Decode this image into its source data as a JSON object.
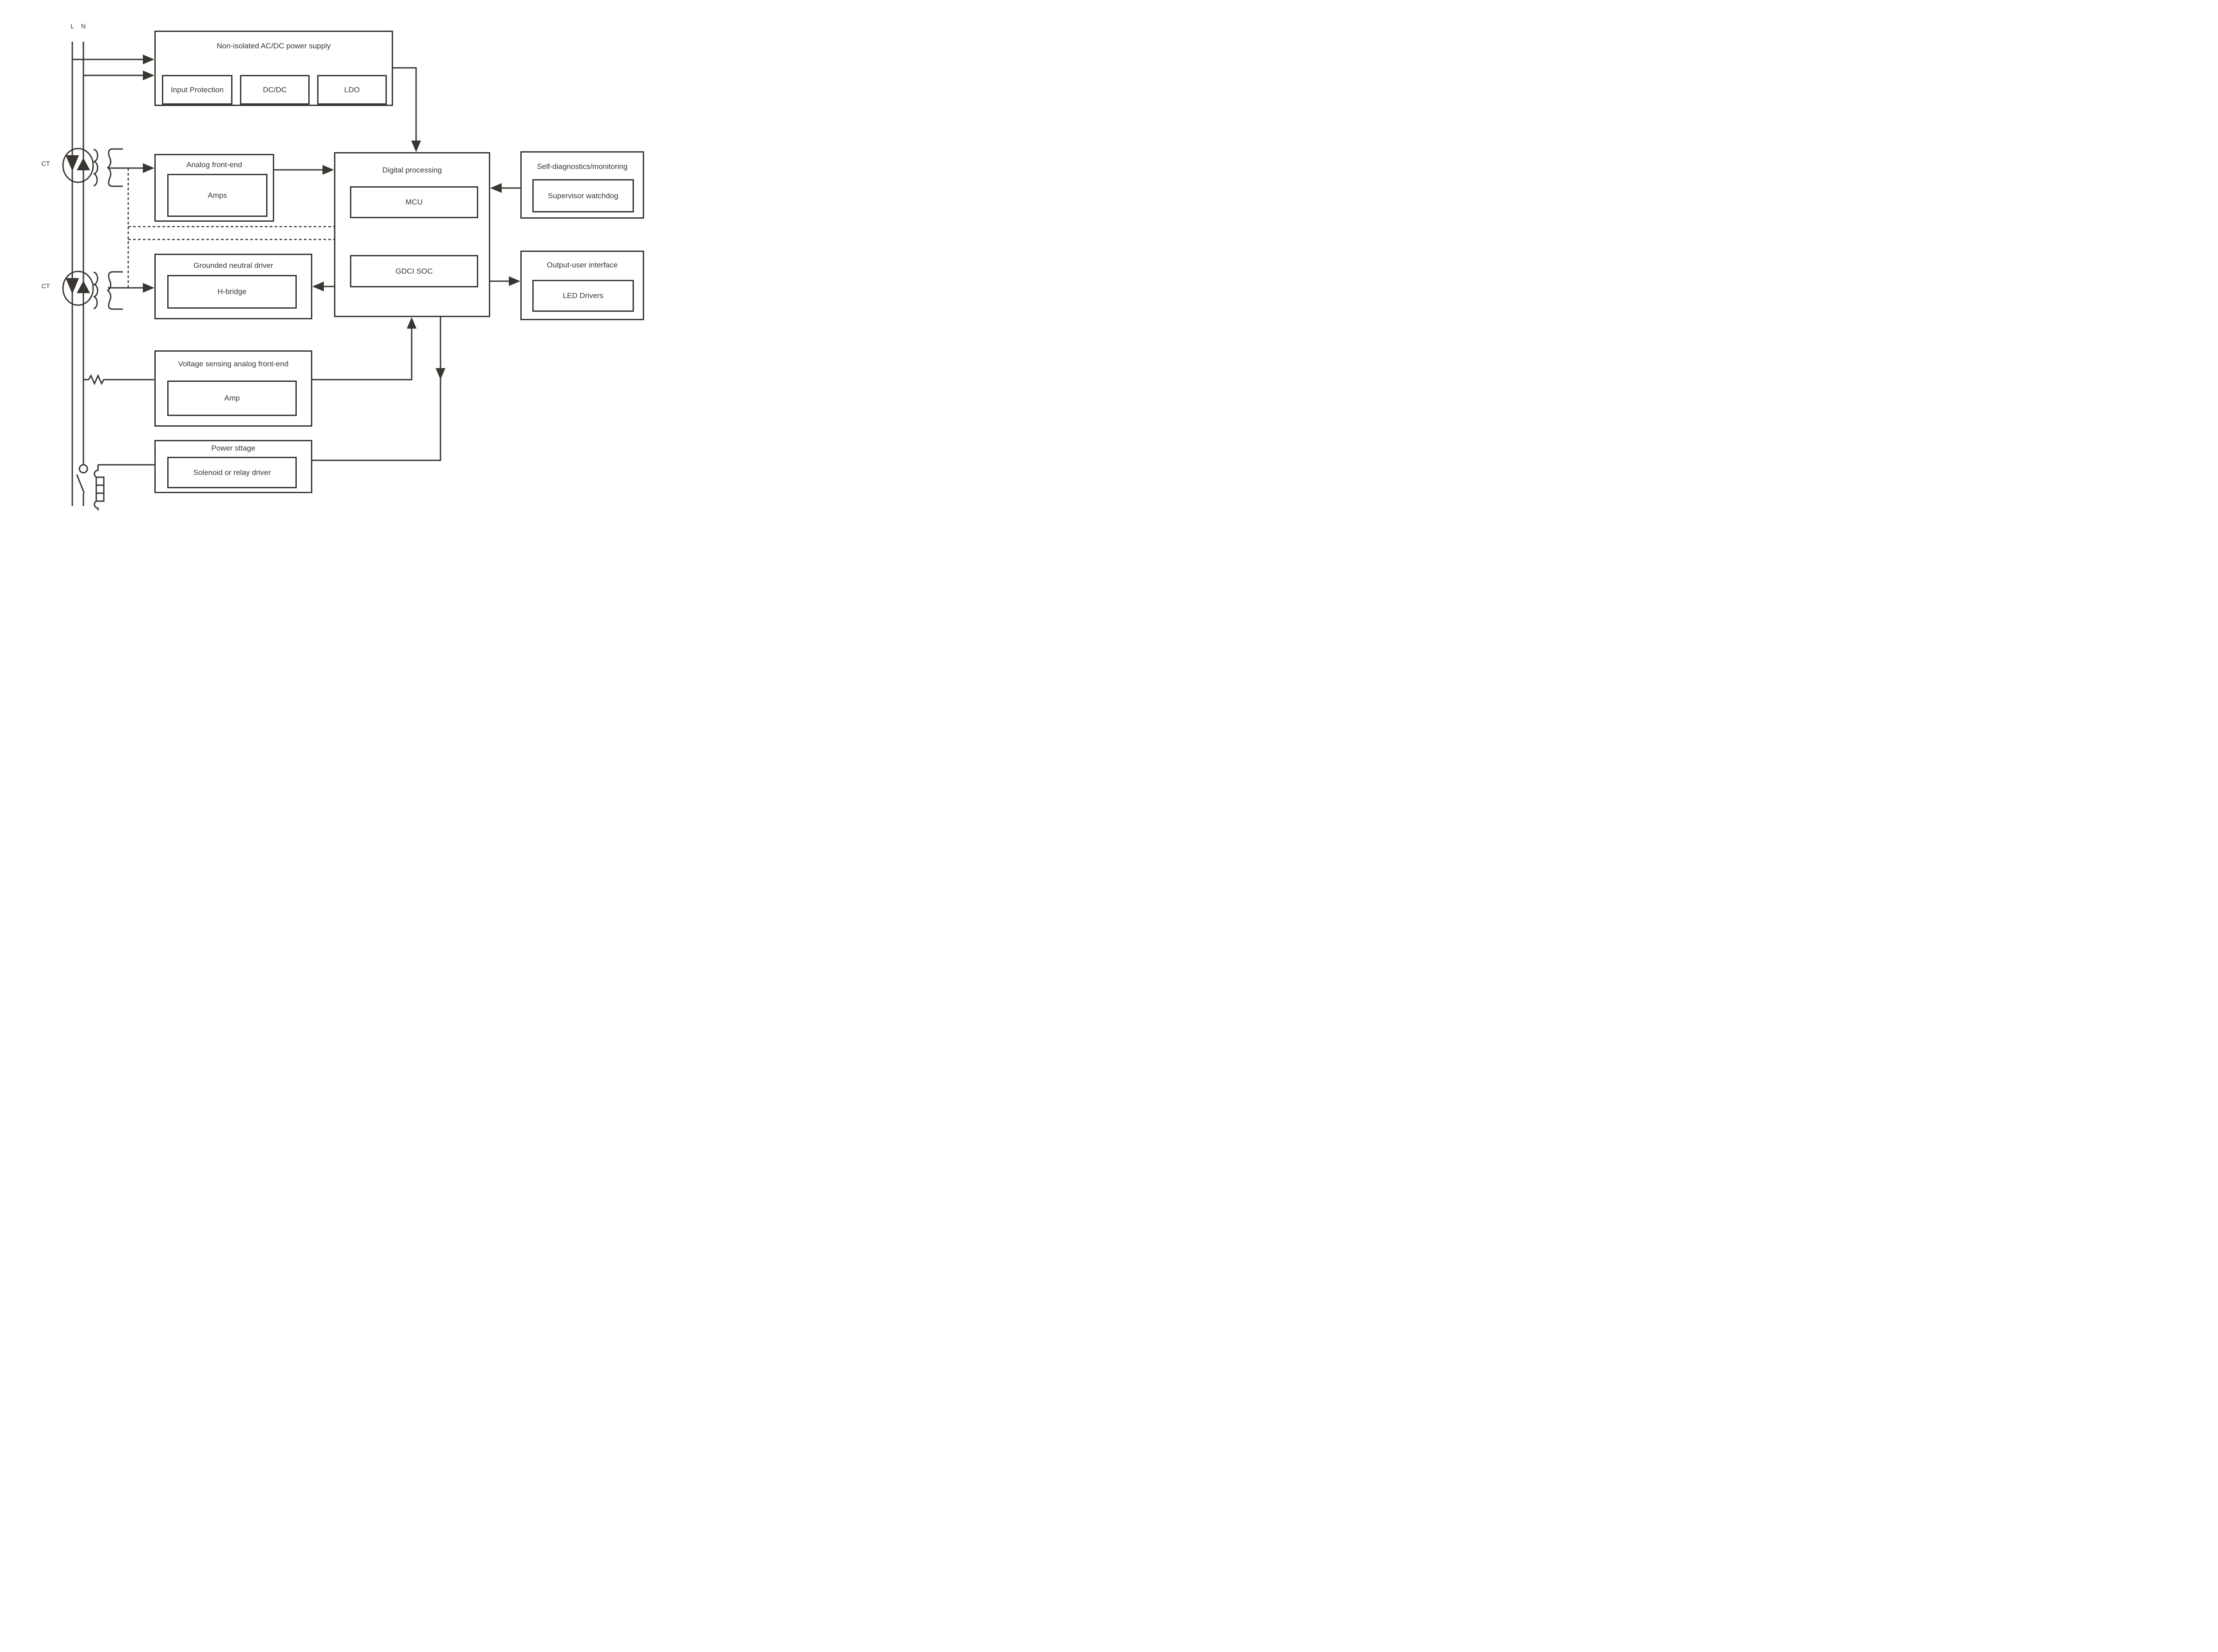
{
  "labels": {
    "line_l": "L",
    "line_n": "N",
    "ct_top": "CT",
    "ct_bottom": "CT"
  },
  "blocks": {
    "acdc": {
      "title": "Non-isolated AC/DC power supply",
      "children": {
        "input_protection": "Input Protection",
        "dcdc": "DC/DC",
        "ldo": "LDO"
      }
    },
    "afe": {
      "title": "Analog front-end",
      "children": {
        "amps": "Amps"
      }
    },
    "digital": {
      "title": "Digital processing",
      "children": {
        "mcu": "MCU",
        "gdci_soc": "GDCI SOC"
      }
    },
    "selfdiag": {
      "title": "Self-diagnostics/monitoring",
      "children": {
        "watchdog": "Supervisor watchdog"
      }
    },
    "outputui": {
      "title": "Output-user interface",
      "children": {
        "led_drivers": "LED Drivers"
      }
    },
    "gnd": {
      "title": "Grounded neutral driver",
      "children": {
        "hbridge": "H-bridge"
      }
    },
    "vs": {
      "title": "Voltage sensing analog front-end",
      "children": {
        "amp": "Amp"
      }
    },
    "power": {
      "title": "Power sttage",
      "children": {
        "solenoid": "Solenoid or relay driver"
      }
    }
  },
  "colors": {
    "ink": "#3a3632",
    "background": "#ffffff"
  }
}
